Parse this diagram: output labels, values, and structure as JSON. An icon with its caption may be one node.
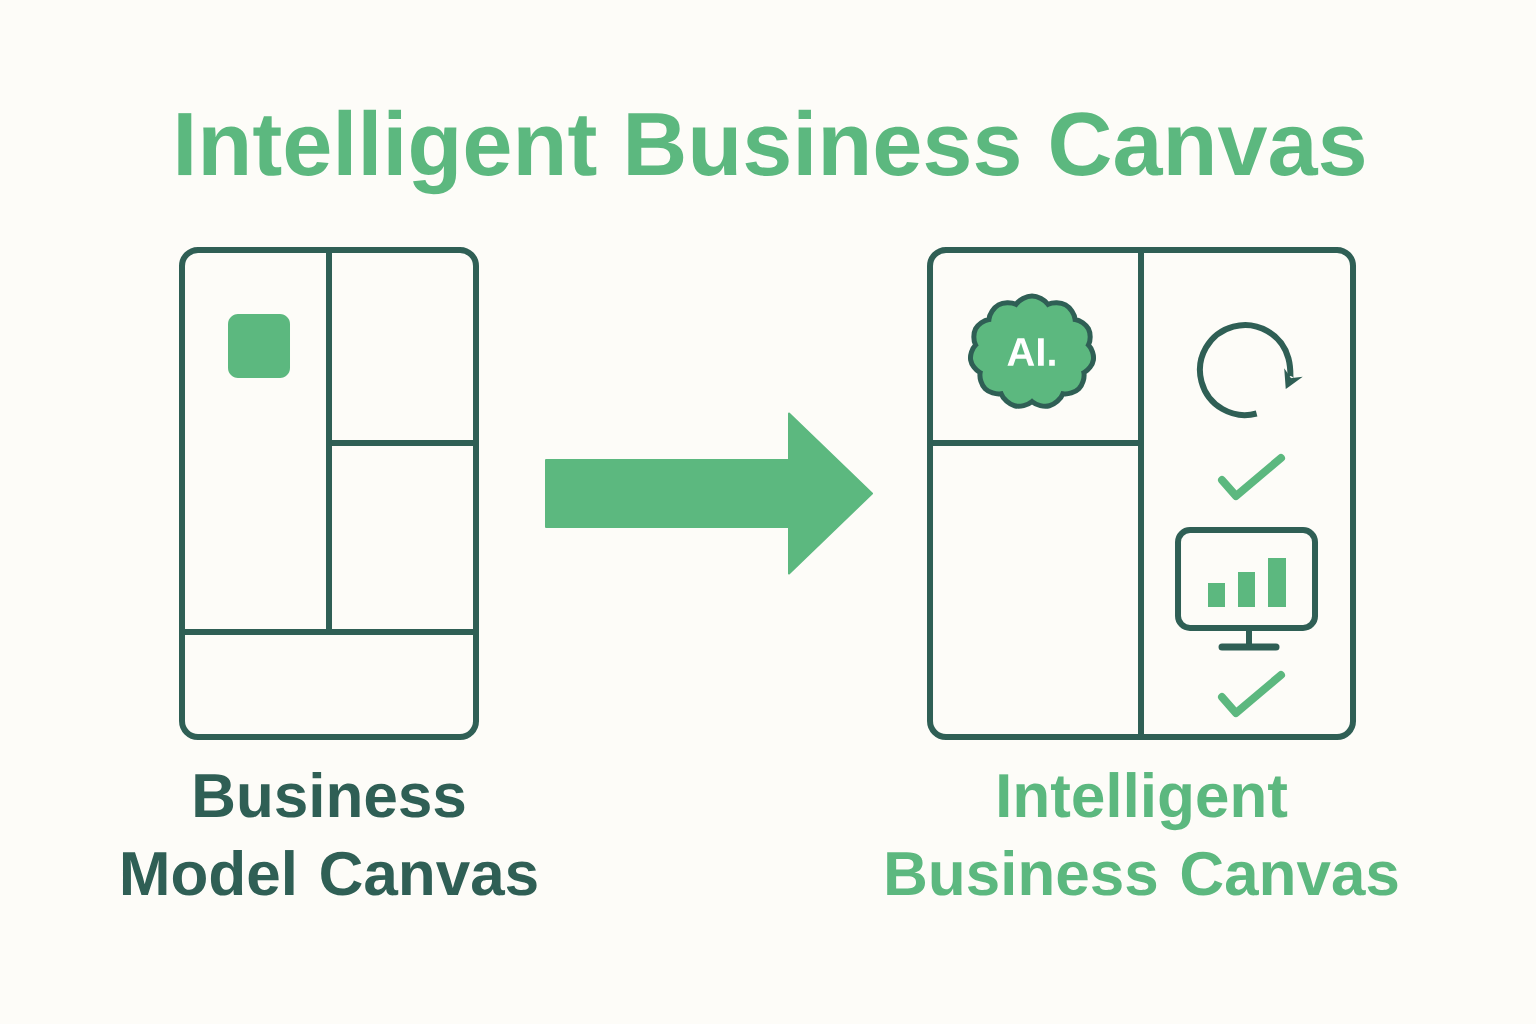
{
  "diagram": {
    "title": "Intelligent Business Canvas",
    "nodes": [
      {
        "text": [
          "Business Model Canvas"
        ]
      },
      {
        "text": [
          "Intelligent Business Canvas"
        ]
      },
      {
        "text": [
          "AI."
        ],
        "in": 1
      }
    ],
    "edges": [
      {
        "from": 0,
        "to": 1,
        "arrow": "to"
      }
    ]
  }
}
